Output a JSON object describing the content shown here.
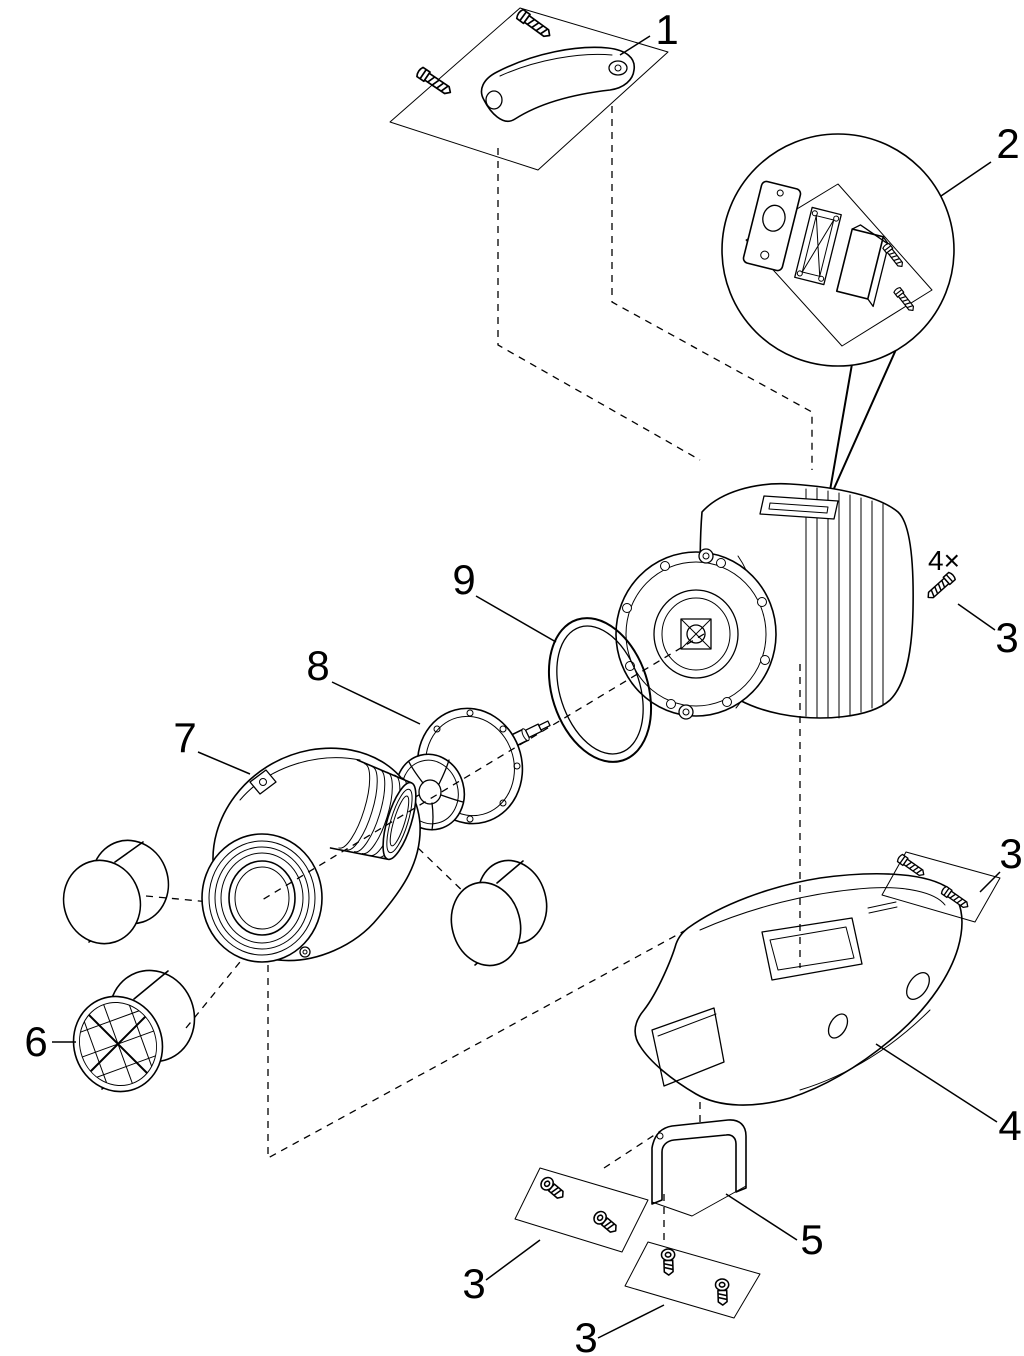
{
  "diagram": {
    "background_color": "#ffffff",
    "line_color": "#000000",
    "labels": {
      "p1": "1",
      "p2": "2",
      "p3_top": "3",
      "p3_mid": "3",
      "p3_bottom_left": "3",
      "p3_bottom_center": "3",
      "p4": "4",
      "p5": "5",
      "p6": "6",
      "p7": "7",
      "p8": "8",
      "p9": "9",
      "screw_count": "4×"
    }
  }
}
